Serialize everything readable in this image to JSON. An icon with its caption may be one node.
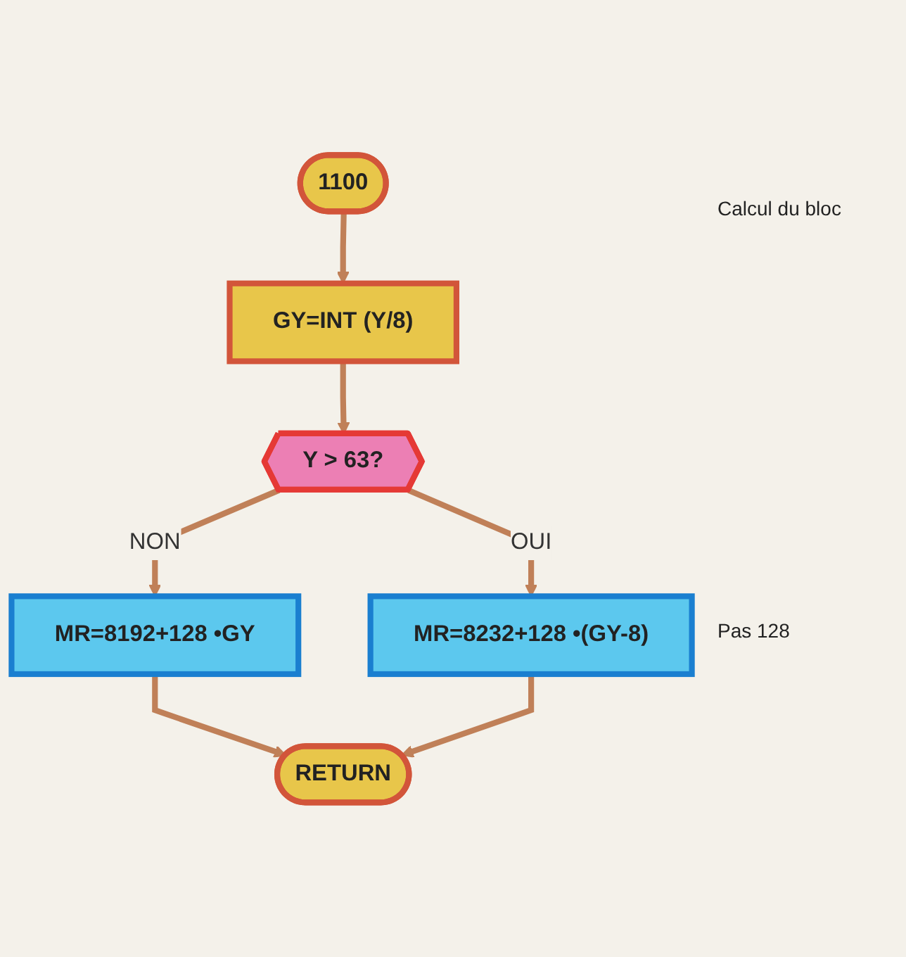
{
  "diagram": {
    "nodes": [
      {
        "text": [
          "1100"
        ]
      },
      {
        "text": [
          "GY=INT (Y/8)"
        ]
      },
      {
        "text": [
          "Y > 63?"
        ]
      },
      {
        "text": [
          "MR=8232+128 •(GY-8)"
        ]
      },
      {
        "text": [
          "MR=8192+128 •GY"
        ]
      },
      {
        "text": [
          "RETURN"
        ]
      }
    ],
    "edges": [
      {
        "from": 0,
        "to": 1,
        "arrow": "to"
      },
      {
        "from": 1,
        "to": 2,
        "arrow": "to"
      },
      {
        "from": 2,
        "to": 3,
        "label": "OUI",
        "arrow": "to"
      },
      {
        "from": 2,
        "to": 4,
        "label": "NON",
        "arrow": "to"
      },
      {
        "from": 4,
        "to": 5,
        "arrow": "to"
      },
      {
        "from": 3,
        "to": 5,
        "arrow": "to"
      }
    ],
    "labels": [
      "Calcul du bloc",
      "Pas 128"
    ]
  }
}
